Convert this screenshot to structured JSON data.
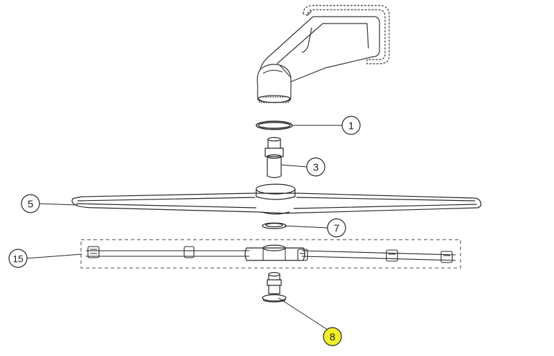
{
  "diagram": {
    "callouts": [
      {
        "id": "c1",
        "label": "1",
        "highlighted": false
      },
      {
        "id": "c3",
        "label": "3",
        "highlighted": false
      },
      {
        "id": "c5",
        "label": "5",
        "highlighted": false
      },
      {
        "id": "c7",
        "label": "7",
        "highlighted": false
      },
      {
        "id": "c15",
        "label": "15",
        "highlighted": false
      },
      {
        "id": "c8",
        "label": "8",
        "highlighted": true
      }
    ],
    "colors": {
      "line": "#222222",
      "highlight": "#f2ef2a",
      "background": "#ffffff"
    }
  }
}
